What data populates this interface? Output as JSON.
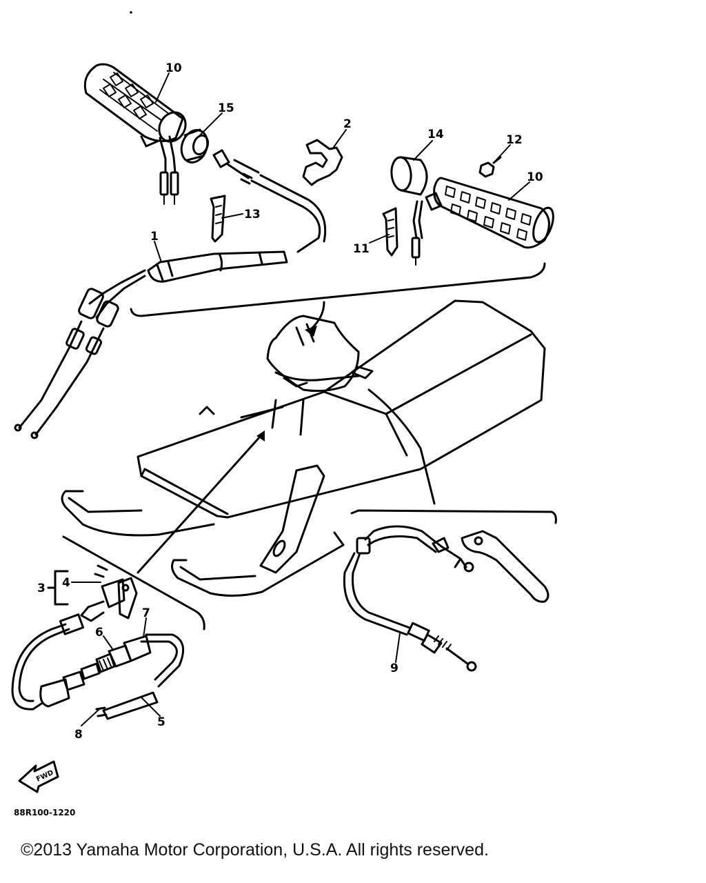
{
  "diagram": {
    "part_labels": [
      "1",
      "2",
      "3",
      "4",
      "5",
      "6",
      "7",
      "8",
      "9",
      "10",
      "10",
      "11",
      "12",
      "13",
      "14",
      "15"
    ],
    "fwd_label": "FWD",
    "drawing_code": "88R100-1220"
  },
  "footer": {
    "copyright": "©2013 Yamaha Motor Corporation, U.S.A. All rights reserved."
  }
}
